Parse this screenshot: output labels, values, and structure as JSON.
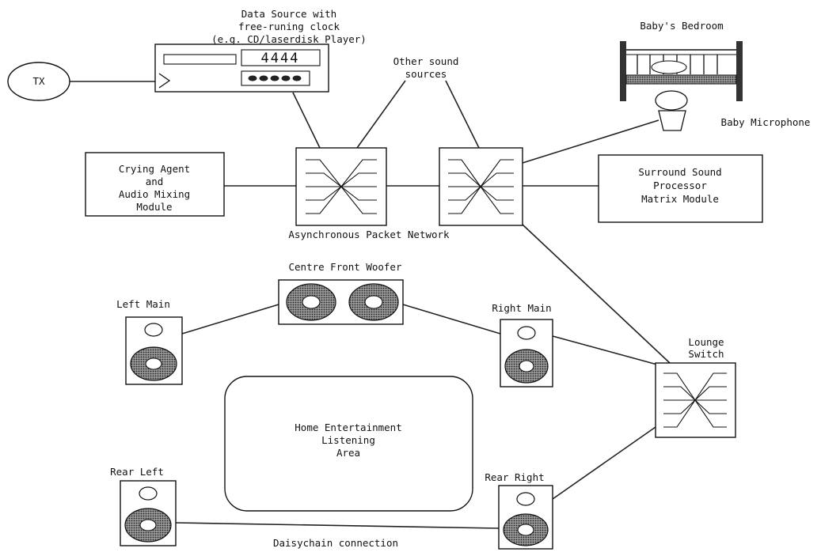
{
  "data_source": {
    "line1": "Data Source with",
    "line2": "free-runing clock",
    "line3": "(e.g. CD/laserdisk Player)",
    "display": "4444"
  },
  "tx": "TX",
  "other_sources": {
    "line1": "Other sound",
    "line2": "sources"
  },
  "baby_bedroom": "Baby's Bedroom",
  "baby_microphone": "Baby Microphone",
  "crying_agent": {
    "line1": "Crying Agent",
    "line2": "and",
    "line3": "Audio Mixing",
    "line4": "Module"
  },
  "surround": {
    "line1": "Surround Sound",
    "line2": "Processor",
    "line3": "Matrix Module"
  },
  "network_label": "Asynchronous Packet Network",
  "centre_front_woofer": "Centre Front Woofer",
  "left_main": "Left Main",
  "right_main": "Right Main",
  "lounge_switch": {
    "line1": "Lounge",
    "line2": "Switch"
  },
  "listening_area": {
    "line1": "Home Entertainment",
    "line2": "Listening",
    "line3": "Area"
  },
  "rear_left": "Rear Left",
  "rear_right": "Rear Right",
  "daisychain": "Daisychain connection",
  "colors": {
    "ink": "#111111",
    "speaker_fill": "#3a3a3a",
    "background": "#ffffff"
  }
}
